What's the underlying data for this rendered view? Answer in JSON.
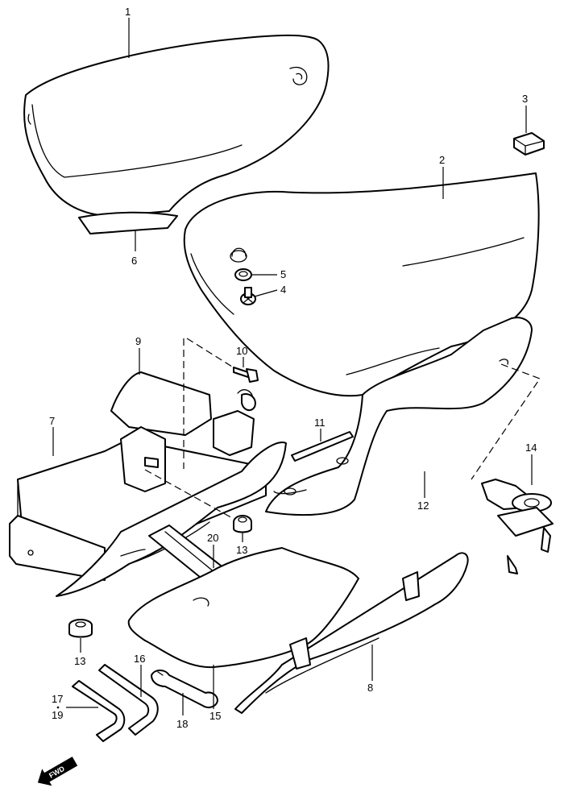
{
  "callouts": {
    "c1": "1",
    "c2": "2",
    "c3": "3",
    "c4": "4",
    "c5": "5",
    "c6": "6",
    "c7": "7",
    "c8": "8",
    "c9": "9",
    "c10": "10",
    "c11": "11",
    "c12": "12",
    "c13a": "13",
    "c13b": "13",
    "c14": "14",
    "c15": "15",
    "c16": "16",
    "c17": "17",
    "c18": "18",
    "c19": "19",
    "c20": "20"
  },
  "fwd_label": "FWD",
  "colors": {
    "line": "#000000",
    "background": "#ffffff"
  }
}
